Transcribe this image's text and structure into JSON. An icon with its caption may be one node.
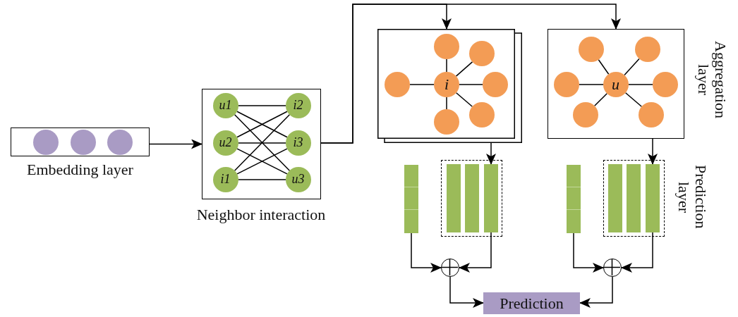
{
  "diagram": {
    "nodes": [
      {
        "text": [],
        "shape": "box",
        "beside": [
          "Embedding layer"
        ]
      },
      {
        "text": [],
        "shape": "circle",
        "in": 0
      },
      {
        "text": [],
        "shape": "circle",
        "in": 0
      },
      {
        "text": [],
        "shape": "circle",
        "in": 0
      },
      {
        "text": [],
        "shape": "box",
        "beside": [
          "Neighbor interaction"
        ]
      },
      {
        "text": [
          "u1"
        ],
        "in": 4
      },
      {
        "text": [
          "i2"
        ],
        "in": 4
      },
      {
        "text": [
          "u2"
        ],
        "in": 4
      },
      {
        "text": [
          "i3"
        ],
        "in": 4
      },
      {
        "text": [
          "i1"
        ],
        "in": 4
      },
      {
        "text": [
          "u3"
        ],
        "in": 4
      },
      {
        "text": [],
        "shape": "box"
      },
      {
        "text": [
          "i"
        ],
        "in": 11
      },
      {
        "text": [],
        "shape": "circle",
        "in": 11
      },
      {
        "text": [],
        "shape": "circle",
        "in": 11
      },
      {
        "text": [],
        "shape": "circle",
        "in": 11
      },
      {
        "text": [],
        "shape": "circle",
        "in": 11
      },
      {
        "text": [],
        "shape": "circle",
        "in": 11
      },
      {
        "text": [],
        "shape": "circle",
        "in": 11
      },
      {
        "text": [],
        "shape": "box"
      },
      {
        "text": [
          "u"
        ],
        "in": 19
      },
      {
        "text": [],
        "shape": "circle",
        "in": 19
      },
      {
        "text": [],
        "shape": "circle",
        "in": 19
      },
      {
        "text": [],
        "shape": "circle",
        "in": 19
      },
      {
        "text": [],
        "shape": "circle",
        "in": 19
      },
      {
        "text": [],
        "shape": "circle",
        "in": 19
      },
      {
        "text": [],
        "shape": "circle",
        "in": 19
      },
      {
        "text": [],
        "shape": "bar"
      },
      {
        "text": [],
        "shape": "box"
      },
      {
        "text": [],
        "shape": "bar",
        "in": 28
      },
      {
        "text": [],
        "shape": "bar",
        "in": 28
      },
      {
        "text": [],
        "shape": "bar",
        "in": 28
      },
      {
        "text": [],
        "shape": "bar"
      },
      {
        "text": [],
        "shape": "box"
      },
      {
        "text": [],
        "shape": "bar",
        "in": 33
      },
      {
        "text": [],
        "shape": "bar",
        "in": 33
      },
      {
        "text": [],
        "shape": "bar",
        "in": 33
      },
      {
        "text": [],
        "shape": "circle"
      },
      {
        "text": [],
        "shape": "circle"
      },
      {
        "text": [
          "Prediction"
        ]
      }
    ],
    "edges": [
      {
        "from": 0,
        "to": 4,
        "arrow": "to"
      },
      {
        "from": 4,
        "to": 11,
        "arrow": "to"
      },
      {
        "from": 4,
        "to": 19,
        "arrow": "to"
      },
      {
        "from": 5,
        "to": 6,
        "arrow": "none"
      },
      {
        "from": 5,
        "to": 8,
        "arrow": "none"
      },
      {
        "from": 5,
        "to": 10,
        "arrow": "none"
      },
      {
        "from": 7,
        "to": 6,
        "arrow": "none"
      },
      {
        "from": 7,
        "to": 8,
        "arrow": "none"
      },
      {
        "from": 7,
        "to": 10,
        "arrow": "none"
      },
      {
        "from": 9,
        "to": 6,
        "arrow": "none"
      },
      {
        "from": 9,
        "to": 8,
        "arrow": "none"
      },
      {
        "from": 9,
        "to": 10,
        "arrow": "none"
      },
      {
        "from": 12,
        "to": 13,
        "arrow": "none"
      },
      {
        "from": 12,
        "to": 14,
        "arrow": "none"
      },
      {
        "from": 12,
        "to": 15,
        "arrow": "none"
      },
      {
        "from": 12,
        "to": 16,
        "arrow": "none"
      },
      {
        "from": 12,
        "to": 17,
        "arrow": "none"
      },
      {
        "from": 12,
        "to": 18,
        "arrow": "none"
      },
      {
        "from": 20,
        "to": 21,
        "arrow": "none"
      },
      {
        "from": 20,
        "to": 22,
        "arrow": "none"
      },
      {
        "from": 20,
        "to": 23,
        "arrow": "none"
      },
      {
        "from": 20,
        "to": 24,
        "arrow": "none"
      },
      {
        "from": 20,
        "to": 25,
        "arrow": "none"
      },
      {
        "from": 20,
        "to": 26,
        "arrow": "none"
      },
      {
        "from": 11,
        "to": 31,
        "arrow": "to"
      },
      {
        "from": 19,
        "to": 36,
        "arrow": "to"
      },
      {
        "from": 27,
        "to": 37,
        "arrow": "to"
      },
      {
        "from": 31,
        "to": 37,
        "arrow": "to"
      },
      {
        "from": 32,
        "to": 38,
        "arrow": "to"
      },
      {
        "from": 36,
        "to": 38,
        "arrow": "to"
      },
      {
        "from": 37,
        "to": 39,
        "arrow": "to"
      },
      {
        "from": 38,
        "to": 39,
        "arrow": "to"
      }
    ],
    "labels": [
      "Aggregation layer",
      "Prediction layer"
    ]
  }
}
